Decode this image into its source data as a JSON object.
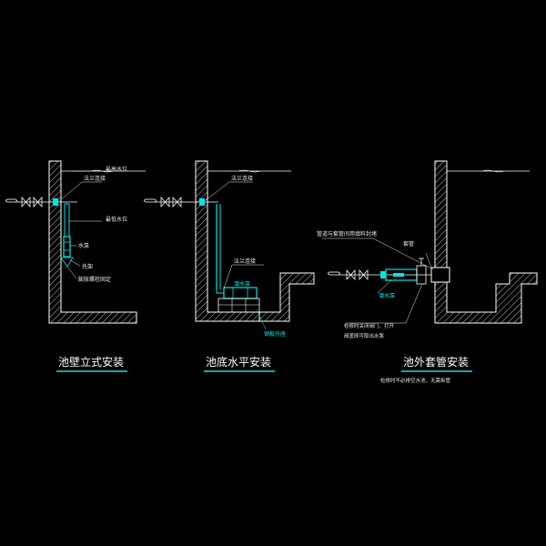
{
  "colors": {
    "background": "#000000",
    "wall": "#ffffff",
    "pipe": "#00e5e5",
    "leader": "#e8e8e8",
    "caption_underline": "#00e5e5"
  },
  "panel1": {
    "caption": "池壁立式安装",
    "labels": {
      "high_water_level": "最高水位",
      "flange_connection": "法兰连接",
      "low_water_level": "最低水位",
      "pump": "水泵",
      "bracket": "托架",
      "expansion_bolt_fix": "膨胀螺栓固定"
    }
  },
  "panel2": {
    "caption": "池底水平安装",
    "labels": {
      "flange_connection": "法兰连接",
      "flange_connection_2": "法兰连接",
      "pump": "潜水泵",
      "steel_bracket": "钢板托座"
    }
  },
  "panel3": {
    "caption": "池外套管安装",
    "labels": {
      "sleeve_note": "管道与套管间用填料封堵",
      "casing": "套管",
      "pump": "潜水泵",
      "maintenance_note_1": "检修时关闭阀门，打开",
      "maintenance_note_2": "阀盖即可取出水泵"
    },
    "footnote": "检修时不必排空水池，无需拆管"
  }
}
